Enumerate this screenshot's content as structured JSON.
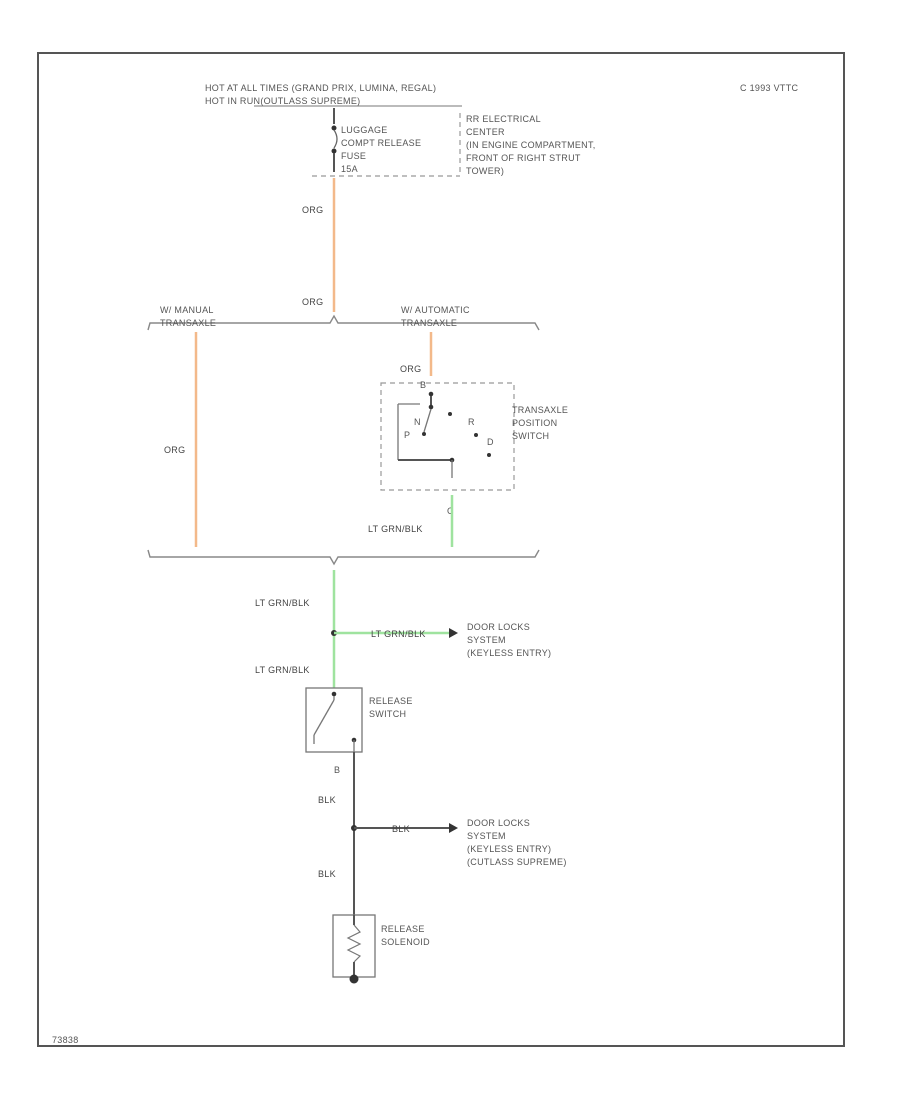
{
  "header": {
    "power_line_1": "HOT AT ALL TIMES (GRAND PRIX, LUMINA, REGAL)",
    "power_line_2": "HOT IN RUN(OUTLASS SUPREME)",
    "copyright": "C 1993 VTTC"
  },
  "fuse": {
    "label_1": "LUGGAGE",
    "label_2": "COMPT RELEASE",
    "label_3": "FUSE",
    "label_4": "15A",
    "center_1": "RR ELECTRICAL",
    "center_2": "CENTER",
    "center_3": "(IN ENGINE COMPARTMENT,",
    "center_4": "FRONT OF RIGHT STRUT",
    "center_5": "TOWER)"
  },
  "wires": {
    "org_upper": "ORG",
    "org_lower": "ORG",
    "org_left": "ORG",
    "org_tps": "ORG",
    "ltgrn_tps": "LT GRN/BLK",
    "ltgrn_1": "LT GRN/BLK",
    "ltgrn_branch": "LT GRN/BLK",
    "ltgrn_2": "LT GRN/BLK",
    "blk_1": "BLK",
    "blk_branch": "BLK",
    "blk_2": "BLK"
  },
  "transaxle": {
    "manual_1": "W/ MANUAL",
    "manual_2": "TRANSAXLE",
    "auto_1": "W/ AUTOMATIC",
    "auto_2": "TRANSAXLE"
  },
  "tps": {
    "label_1": "TRANSAXLE",
    "label_2": "POSITION",
    "label_3": "SWITCH",
    "pin_top": "B",
    "pin_bottom": "C",
    "pos_p": "P",
    "pos_n": "N",
    "pos_r": "R",
    "pos_d": "D"
  },
  "door_locks_1": {
    "line_1": "DOOR LOCKS",
    "line_2": "SYSTEM",
    "line_3": "(KEYLESS ENTRY)"
  },
  "door_locks_2": {
    "line_1": "DOOR LOCKS",
    "line_2": "SYSTEM",
    "line_3": "(KEYLESS ENTRY)",
    "line_4": "(CUTLASS SUPREME)"
  },
  "release_switch": {
    "line_1": "RELEASE",
    "line_2": "SWITCH",
    "pin": "B"
  },
  "release_solenoid": {
    "line_1": "RELEASE",
    "line_2": "SOLENOID"
  },
  "footer": {
    "code": "73838"
  },
  "colors": {
    "org_wire": "#f3b98a",
    "ltgrn_wire": "#9fe39f",
    "blk_wire": "#555555"
  }
}
